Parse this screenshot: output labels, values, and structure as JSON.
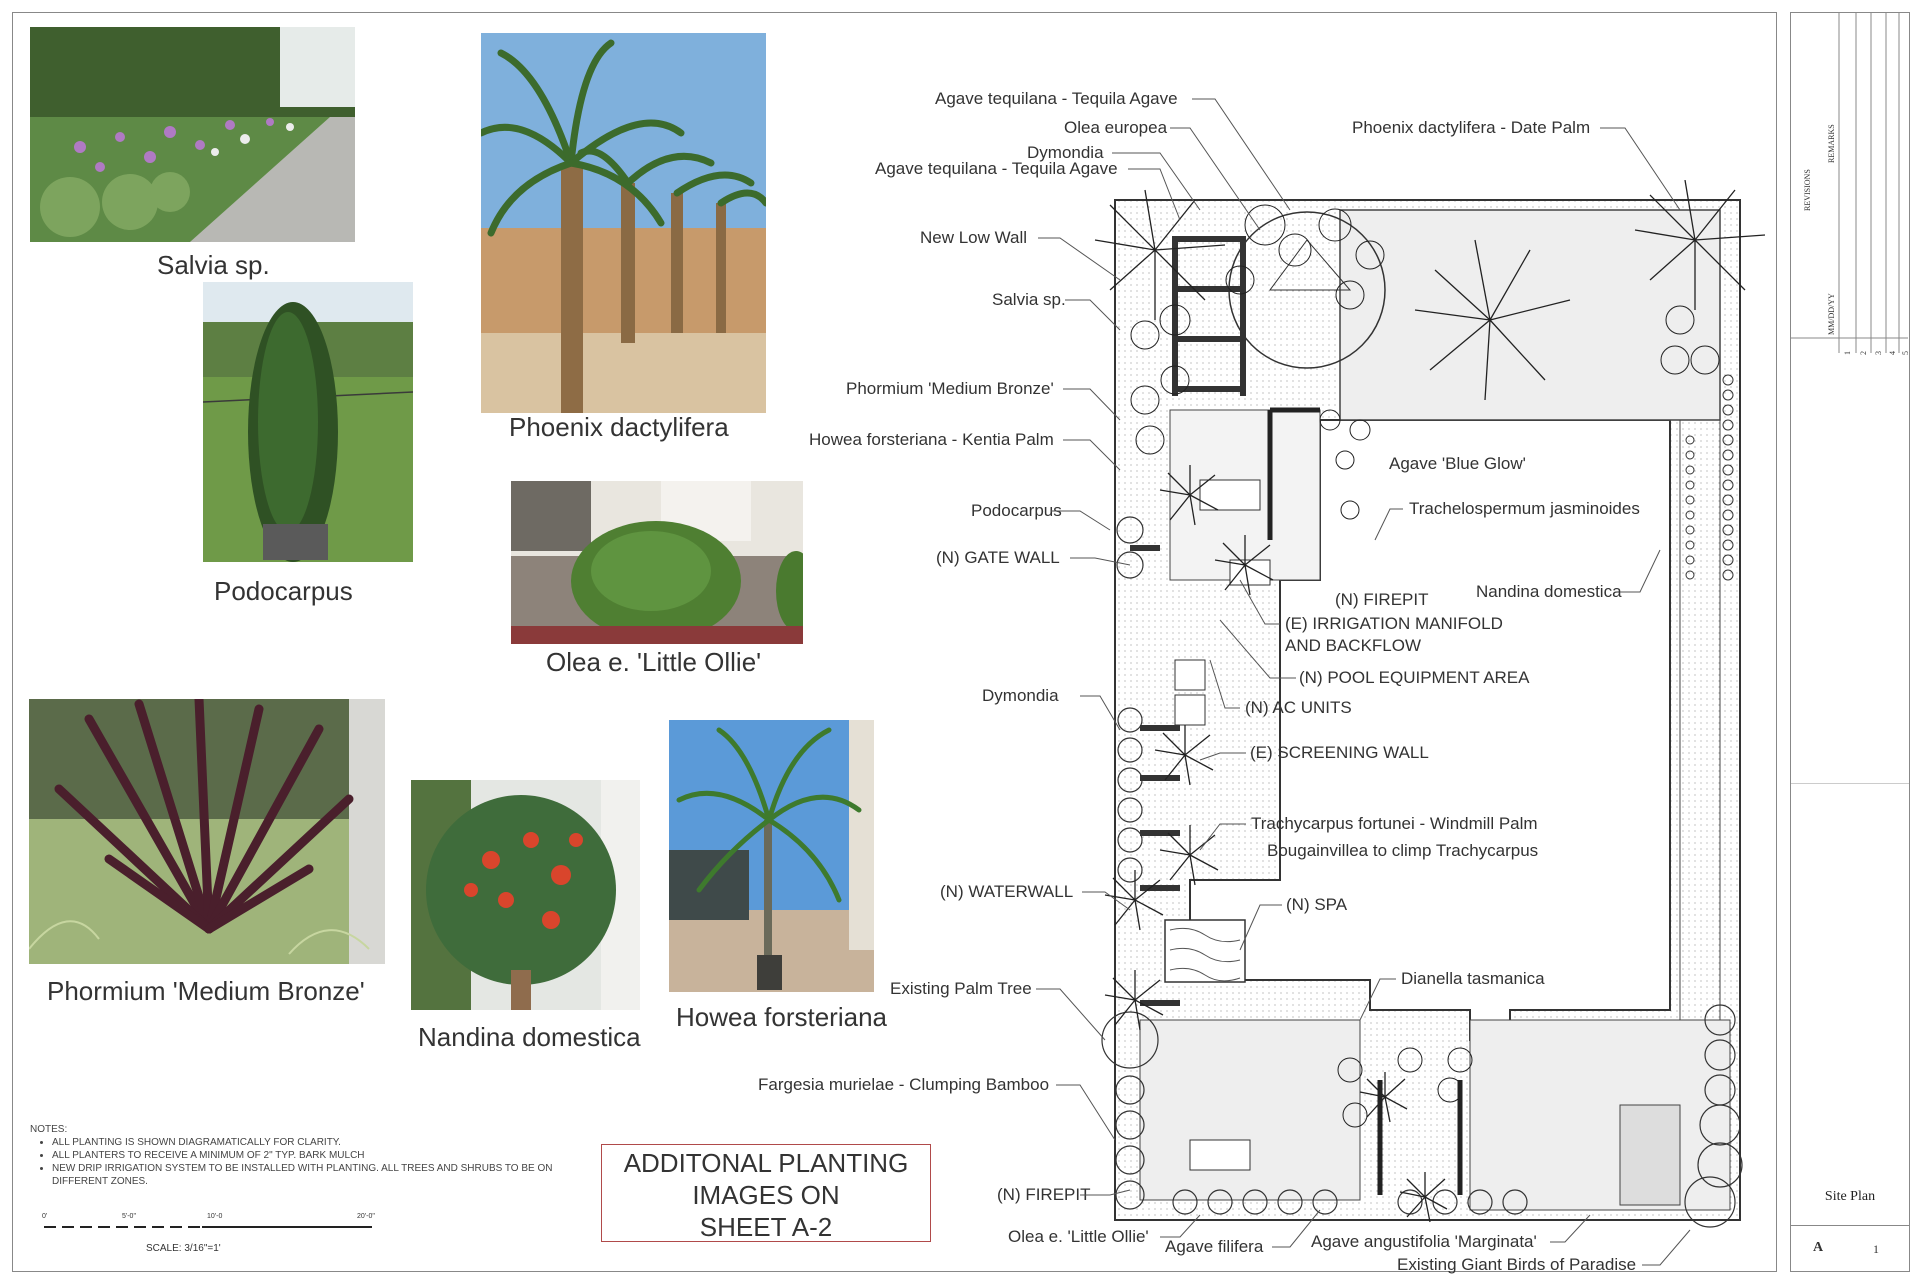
{
  "photos": {
    "salvia": "Salvia sp.",
    "podocarpus": "Podocarpus",
    "phoenix": "Phoenix dactylifera",
    "olea": "Olea e. 'Little Ollie'",
    "phormium": "Phormium 'Medium Bronze'",
    "nandina": "Nandina domestica",
    "howea": "Howea forsteriana"
  },
  "plan_labels": {
    "agave_tequilana_1": "Agave tequilana - Tequila Agave",
    "olea_europea": "Olea europea",
    "dymondia_top": "Dymondia",
    "agave_tequilana_2": "Agave tequilana - Tequila Agave",
    "phoenix_date": "Phoenix dactylifera - Date Palm",
    "new_low_wall": "New Low Wall",
    "salvia": "Salvia sp.",
    "phormium": "Phormium 'Medium Bronze'",
    "howea": "Howea forsteriana - Kentia Palm",
    "agave_blue": "Agave 'Blue Glow'",
    "podocarpus": "Podocarpus",
    "trachelospermum": "Trachelospermum jasminoides",
    "gate_wall": "(N) GATE WALL",
    "firepit_top": "(N) FIREPIT",
    "nandina": "Nandina domestica",
    "irrigation_1": "(E) IRRIGATION MANIFOLD",
    "irrigation_2": "AND BACKFLOW",
    "pool_equipment": "(N) POOL EQUIPMENT AREA",
    "dymondia": "Dymondia",
    "ac_units": "(N) AC UNITS",
    "screening_wall": "(E) SCREENING WALL",
    "trachycarpus": "Trachycarpus fortunei - Windmill Palm",
    "bougainvillea": "Bougainvillea to climp Trachycarpus",
    "waterwall": "(N) WATERWALL",
    "spa": "(N) SPA",
    "existing_palm": "Existing Palm Tree",
    "dianella": "Dianella tasmanica",
    "fargesia": "Fargesia murielae - Clumping Bamboo",
    "firepit_bottom": "(N) FIREPIT",
    "olea_little": "Olea e. 'Little Ollie'",
    "agave_filifera": "Agave filifera",
    "agave_angust": "Agave angustifolia 'Marginata'",
    "giant_birds": "Existing Giant Birds of Paradise"
  },
  "notes": {
    "title": "NOTES:",
    "items": [
      "ALL PLANTING IS SHOWN DIAGRAMATICALLY FOR CLARITY.",
      "ALL PLANTERS TO RECEIVE A MINIMUM OF 2\" TYP. BARK MULCH",
      "NEW DRIP IRRIGATION SYSTEM TO BE INSTALLED WITH PLANTING. ALL TREES AND SHRUBS TO BE ON DIFFERENT ZONES."
    ]
  },
  "box_note": {
    "line1": "ADDITONAL PLANTING",
    "line2": "IMAGES ON",
    "line3": "SHEET A-2"
  },
  "scale": {
    "label": "SCALE: 3/16\"=1'",
    "ticks": [
      "0'",
      "5'-0\"",
      "10'-0",
      "20'-0\""
    ]
  },
  "title_block": {
    "revisions": "REVISIONS",
    "remarks": "REMARKS",
    "date_header": "MM/DD/YY",
    "rows": [
      "1",
      "2",
      "3",
      "4",
      "5"
    ],
    "sheet_name": "Site Plan",
    "sheet_letter": "A",
    "sheet_number": "1"
  }
}
